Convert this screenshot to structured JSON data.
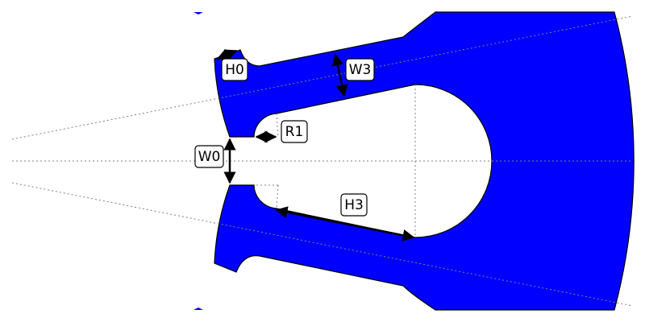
{
  "diagram": {
    "slot_color": "#0000ff",
    "outline_color": "#000000",
    "construction_line_color": "#808080",
    "labels": {
      "h0": "H0",
      "w3": "W3",
      "r1": "R1",
      "w0": "W0",
      "h3": "H3"
    }
  }
}
